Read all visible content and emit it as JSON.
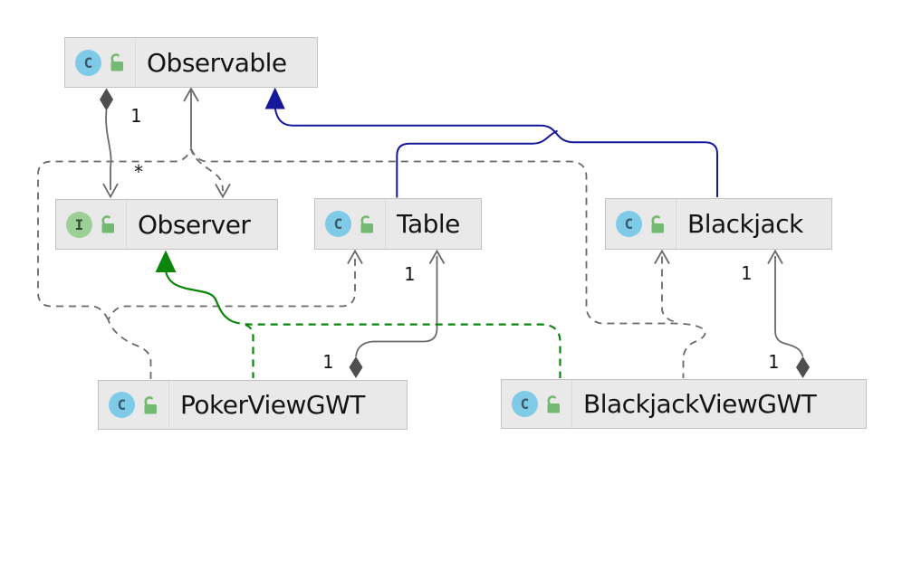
{
  "classes": {
    "observable": {
      "name": "Observable",
      "kind": "class",
      "visibility": "public"
    },
    "observer": {
      "name": "Observer",
      "kind": "interface",
      "visibility": "public"
    },
    "table": {
      "name": "Table",
      "kind": "class",
      "visibility": "public"
    },
    "blackjack": {
      "name": "Blackjack",
      "kind": "class",
      "visibility": "public"
    },
    "pokerviewgwt": {
      "name": "PokerViewGWT",
      "kind": "class",
      "visibility": "public"
    },
    "blackjackviewgwt": {
      "name": "BlackjackViewGWT",
      "kind": "class",
      "visibility": "public"
    }
  },
  "icons": {
    "class_letter": "C",
    "interface_letter": "I",
    "visibility_icon": "open-padlock"
  },
  "multiplicities": {
    "observable_end": "1",
    "observer_end": "*",
    "table_end": "1",
    "pokerviewgwt_end": "1",
    "blackjack_end": "1",
    "blackjackviewgwt_end": "1"
  },
  "relationships": [
    {
      "from": "Observable",
      "to": "Observer",
      "type": "aggregation",
      "line": "solid",
      "from_label": "1",
      "to_label": "*"
    },
    {
      "from": "Table",
      "to": "Observable",
      "type": "generalization",
      "line": "solid",
      "color": "blue"
    },
    {
      "from": "Blackjack",
      "to": "Observable",
      "type": "generalization",
      "line": "solid",
      "color": "blue"
    },
    {
      "from": "PokerViewGWT",
      "to": "Observer",
      "type": "realization",
      "line": "dashed",
      "color": "green"
    },
    {
      "from": "BlackjackViewGWT",
      "to": "Observer",
      "type": "realization",
      "line": "dashed",
      "color": "green"
    },
    {
      "from": "PokerViewGWT",
      "to": "Table",
      "type": "aggregation",
      "line": "solid",
      "from_label": "1"
    },
    {
      "from": "PokerViewGWT",
      "to": "Table",
      "type": "dependency",
      "line": "dashed"
    },
    {
      "from": "BlackjackViewGWT",
      "to": "Blackjack",
      "type": "aggregation",
      "line": "solid",
      "from_label": "1"
    },
    {
      "from": "BlackjackViewGWT",
      "to": "Blackjack",
      "type": "dependency",
      "line": "dashed"
    },
    {
      "from": "PokerViewGWT",
      "to": "Observable",
      "type": "dependency",
      "line": "dashed"
    },
    {
      "from": "BlackjackViewGWT",
      "to": "Observer",
      "type": "dependency",
      "line": "dashed"
    }
  ],
  "colors": {
    "background": "#ffffff",
    "box_fill": "#e9e9e9",
    "box_border": "#c3c3c3",
    "edge_gray": "#6a6a6a",
    "diamond_fill": "#4f4f4f",
    "inheritance_blue": "#17179c",
    "realization_green": "#0a870a",
    "class_icon_blue": "#7fcbe7",
    "interface_icon_green": "#9ccf96",
    "lock_green": "#74b971"
  }
}
